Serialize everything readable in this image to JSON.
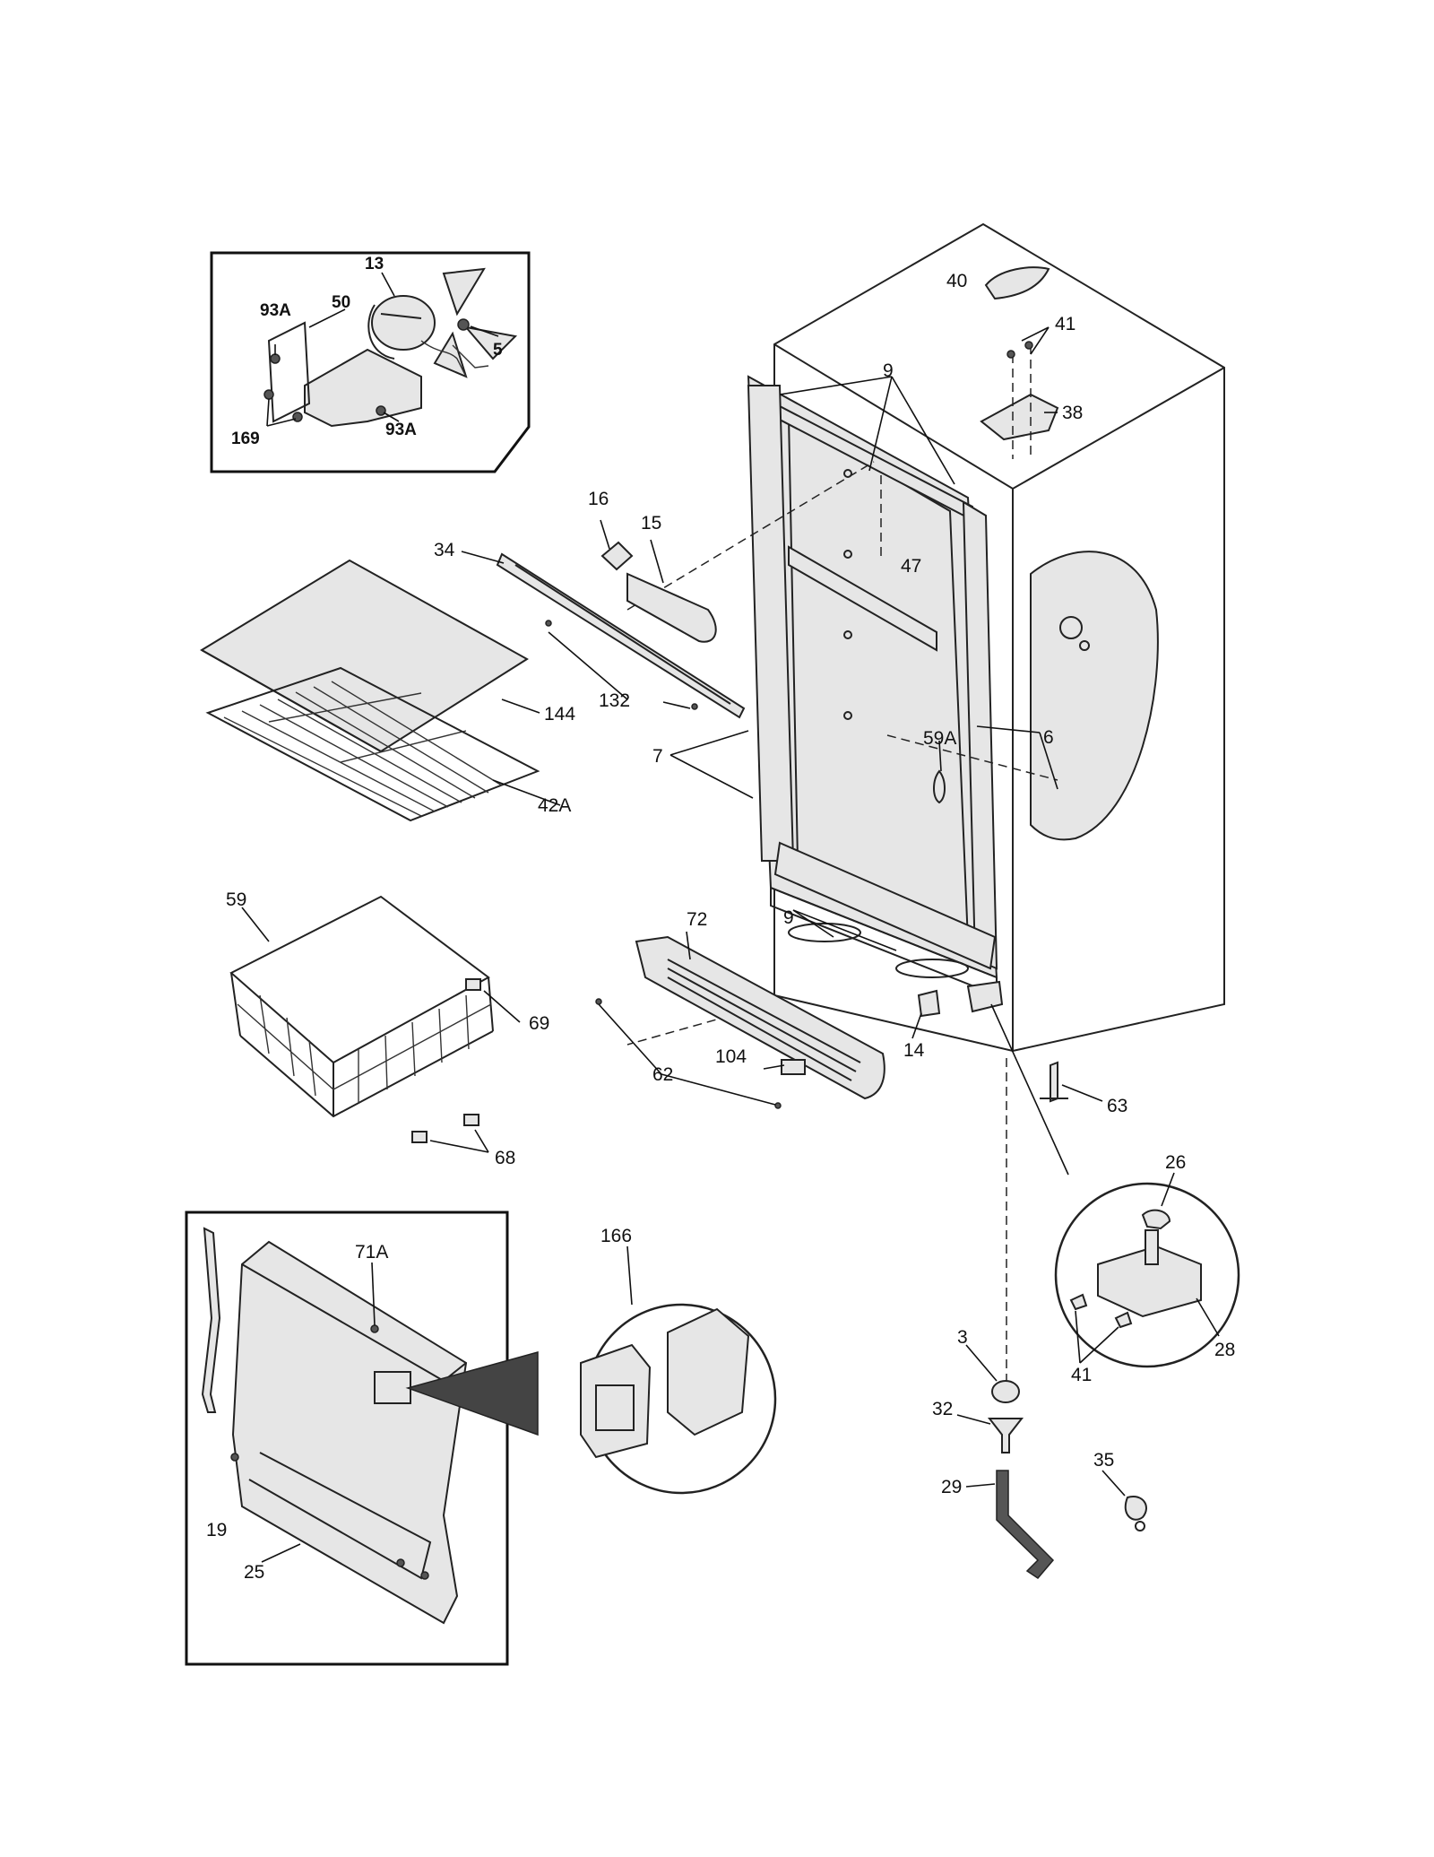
{
  "callouts": {
    "c13": "13",
    "c93a_1": "93A",
    "c50": "50",
    "c5": "5",
    "c169": "169",
    "c93a_2": "93A",
    "c40": "40",
    "c41_top": "41",
    "c38": "38",
    "c9_top": "9",
    "c16": "16",
    "c15": "15",
    "c34": "34",
    "c47": "47",
    "c132": "132",
    "c144": "144",
    "c59a": "59A",
    "c6": "6",
    "c7": "7",
    "c42a": "42A",
    "c59": "59",
    "c72": "72",
    "c9_bot": "9",
    "c69": "69",
    "c14": "14",
    "c62": "62",
    "c104": "104",
    "c63": "63",
    "c68": "68",
    "c26": "26",
    "c166": "166",
    "c71a": "71A",
    "c41_bot": "41",
    "c28": "28",
    "c3": "3",
    "c32": "32",
    "c35": "35",
    "c29": "29",
    "c19": "19",
    "c25": "25"
  }
}
